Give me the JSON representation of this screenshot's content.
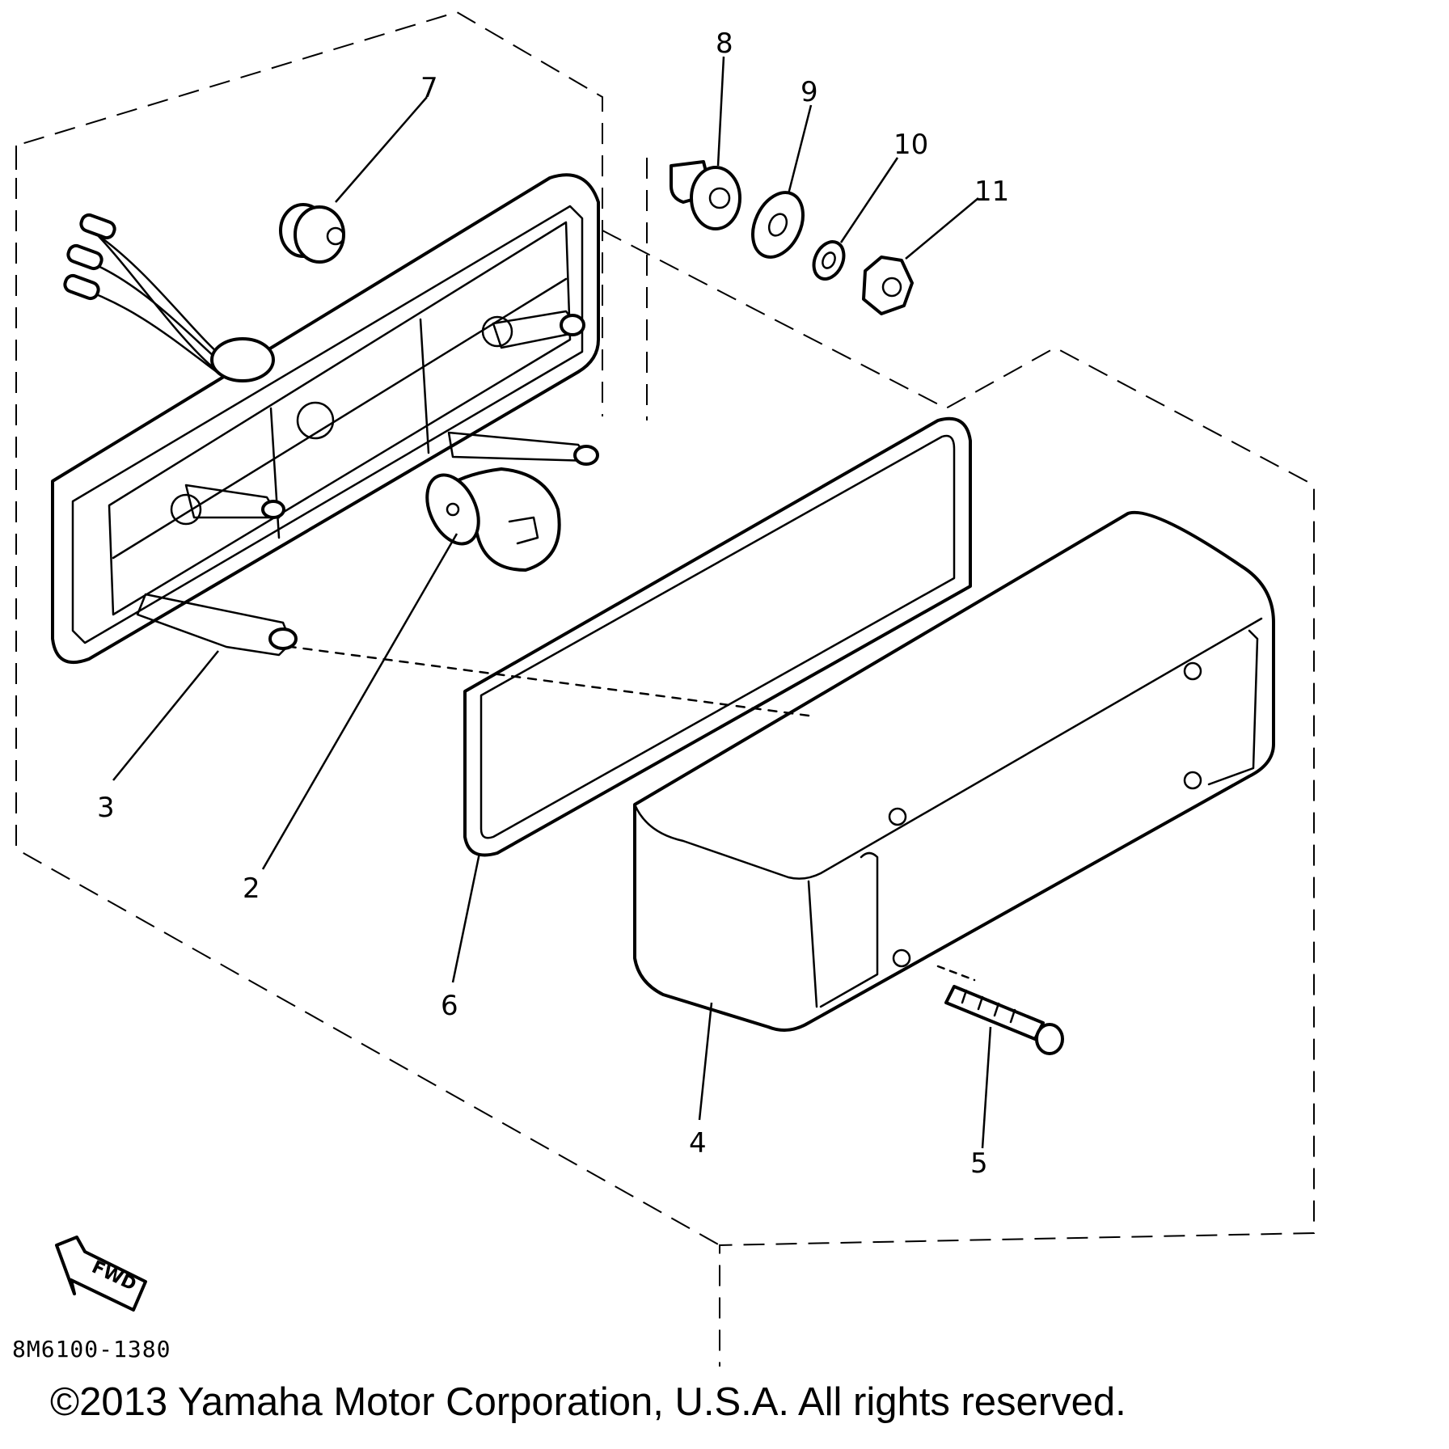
{
  "callouts": {
    "c2": "2",
    "c3": "3",
    "c4": "4",
    "c5": "5",
    "c6": "6",
    "c7": "7",
    "c8": "8",
    "c9": "9",
    "c10": "10",
    "c11": "11"
  },
  "fwd_label": "FWD",
  "drawing_code": "8M6100-1380",
  "copyright": "©2013 Yamaha Motor Corporation, U.S.A. All rights reserved."
}
